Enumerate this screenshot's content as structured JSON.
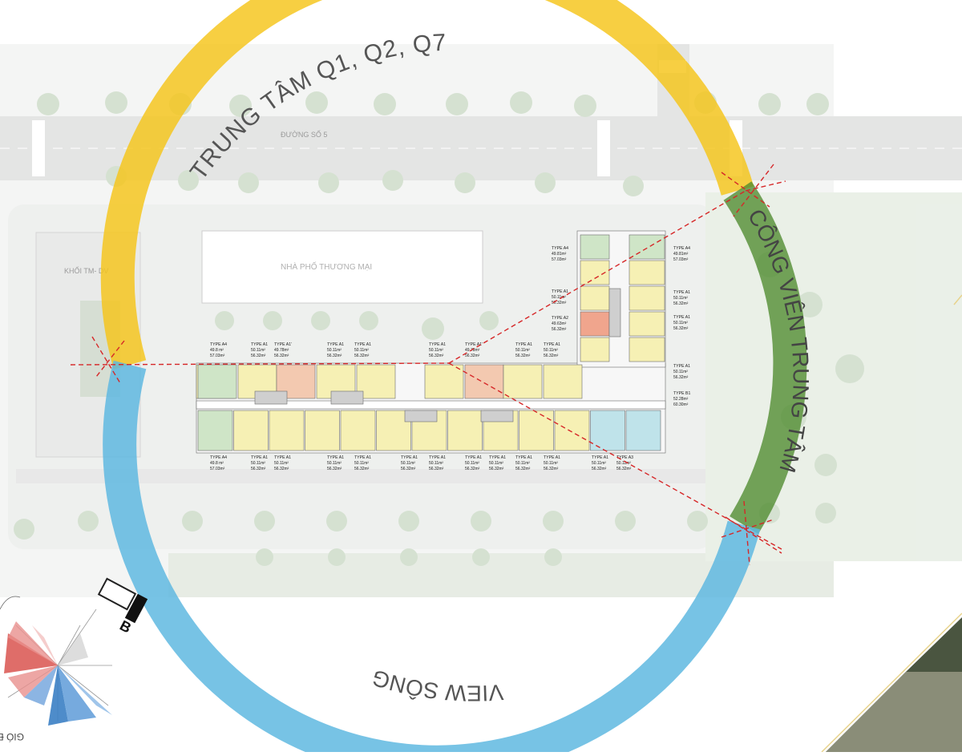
{
  "arc_labels": {
    "top": "TRUNG TÂM Q1, Q2, Q7",
    "right": "CÔNG VIÊN TRUNG TÂM",
    "bottom": "VIEW SÔNG"
  },
  "site": {
    "street": "ĐƯỜNG SỐ 5",
    "commercial_block": "KHỐI TM- DV",
    "shophouses": "NHÀ PHỐ THƯƠNG MẠI"
  },
  "compass": {
    "wind": "GIÓ ĐÔNG NAM",
    "block": "B",
    "colors": {
      "red": "#d9534f",
      "blue": "#3b7fc4"
    }
  },
  "ring_colors": {
    "yellow": "#f5c518",
    "green": "#4e8a2e",
    "blue": "#5fb8e0"
  },
  "units_top": [
    {
      "type": "TYPE A4",
      "a": "49.8 m²",
      "b": "57.03m²"
    },
    {
      "type": "TYPE A1",
      "a": "50.11m²",
      "b": "56.32m²"
    },
    {
      "type": "TYPE A1'",
      "a": "49.78m²",
      "b": "56.32m²"
    },
    {
      "type": "TYPE A1",
      "a": "50.11m²",
      "b": "56.32m²"
    },
    {
      "type": "TYPE A1",
      "a": "50.11m²",
      "b": "56.32m²"
    },
    {
      "type": "TYPE A1",
      "a": "50.11m²",
      "b": "56.32m²"
    },
    {
      "type": "TYPE A1'",
      "a": "49.78m²",
      "b": "56.32m²"
    },
    {
      "type": "TYPE A1",
      "a": "50.11m²",
      "b": "56.32m²"
    },
    {
      "type": "TYPE A1",
      "a": "50.11m²",
      "b": "56.32m²"
    }
  ],
  "units_bottom": [
    {
      "type": "TYPE A4",
      "a": "49.8 m²",
      "b": "57.03m²"
    },
    {
      "type": "TYPE A1",
      "a": "50.11m²",
      "b": "56.32m²"
    },
    {
      "type": "TYPE A1",
      "a": "50.11m²",
      "b": "56.32m²"
    },
    {
      "type": "TYPE A1",
      "a": "50.11m²",
      "b": "56.32m²"
    },
    {
      "type": "TYPE A1",
      "a": "50.11m²",
      "b": "56.32m²"
    },
    {
      "type": "TYPE A1",
      "a": "50.11m²",
      "b": "56.32m²"
    },
    {
      "type": "TYPE A1",
      "a": "50.11m²",
      "b": "56.32m²"
    },
    {
      "type": "TYPE A1",
      "a": "50.11m²",
      "b": "56.32m²"
    },
    {
      "type": "TYPE A1",
      "a": "50.11m²",
      "b": "56.32m²"
    },
    {
      "type": "TYPE A1",
      "a": "50.11m²",
      "b": "56.32m²"
    },
    {
      "type": "TYPE A1",
      "a": "50.11m²",
      "b": "56.32m²"
    },
    {
      "type": "TYPE A1",
      "a": "50.11m²",
      "b": "56.32m²"
    },
    {
      "type": "TYPE A3",
      "a": "50.11m²",
      "b": "56.32m²"
    }
  ],
  "units_tower_left": [
    {
      "type": "TYPE A1",
      "a": "50.11m²",
      "b": "56.32m²"
    },
    {
      "type": "TYPE A2",
      "a": "49.63m²",
      "b": "56.32m²"
    }
  ],
  "units_tower_right": [
    {
      "type": "TYPE A4",
      "a": "49.81m²",
      "b": "57.03m²"
    },
    {
      "type": "TYPE A1",
      "a": "50.11m²",
      "b": "56.32m²"
    },
    {
      "type": "TYPE A1",
      "a": "50.11m²",
      "b": "56.32m²"
    },
    {
      "type": "TYPE A1",
      "a": "50.11m²",
      "b": "56.32m²"
    },
    {
      "type": "TYPE B1",
      "a": "52.28m²",
      "b": "60.30m²"
    }
  ],
  "units_tower_top_left": {
    "type": "TYPE A4",
    "a": "49.81m²",
    "b": "57.03m²"
  }
}
